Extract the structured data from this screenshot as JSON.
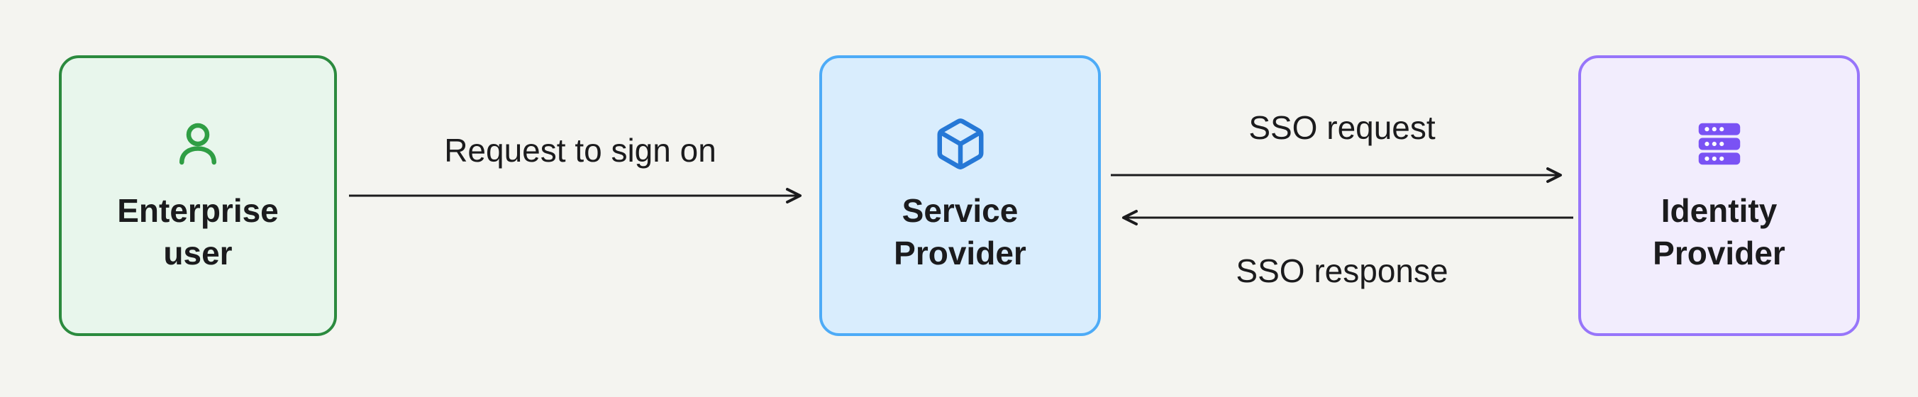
{
  "diagram": {
    "background": "#f4f4f0",
    "line_color": "#1b1b1d",
    "nodes": [
      {
        "id": "enterprise-user",
        "label": "Enterprise user",
        "icon": "user-icon",
        "fill": "#e8f6ec",
        "border": "#2b8a3e",
        "icon_color": "#2f9e44"
      },
      {
        "id": "service-provider",
        "label": "Service Provider",
        "icon": "cube-icon",
        "fill": "#d9edfd",
        "border": "#4dabf7",
        "icon_color": "#2678d6"
      },
      {
        "id": "identity-provider",
        "label": "Identity Provider",
        "icon": "server-icon",
        "fill": "#f2edfd",
        "border": "#9775fa",
        "icon_color": "#7a52f4"
      }
    ],
    "edges": [
      {
        "label": "Request to sign on",
        "from": "enterprise-user",
        "to": "service-provider",
        "direction": "right"
      },
      {
        "label": "SSO request",
        "from": "service-provider",
        "to": "identity-provider",
        "direction": "right"
      },
      {
        "label": "SSO response",
        "from": "identity-provider",
        "to": "service-provider",
        "direction": "left"
      }
    ]
  }
}
